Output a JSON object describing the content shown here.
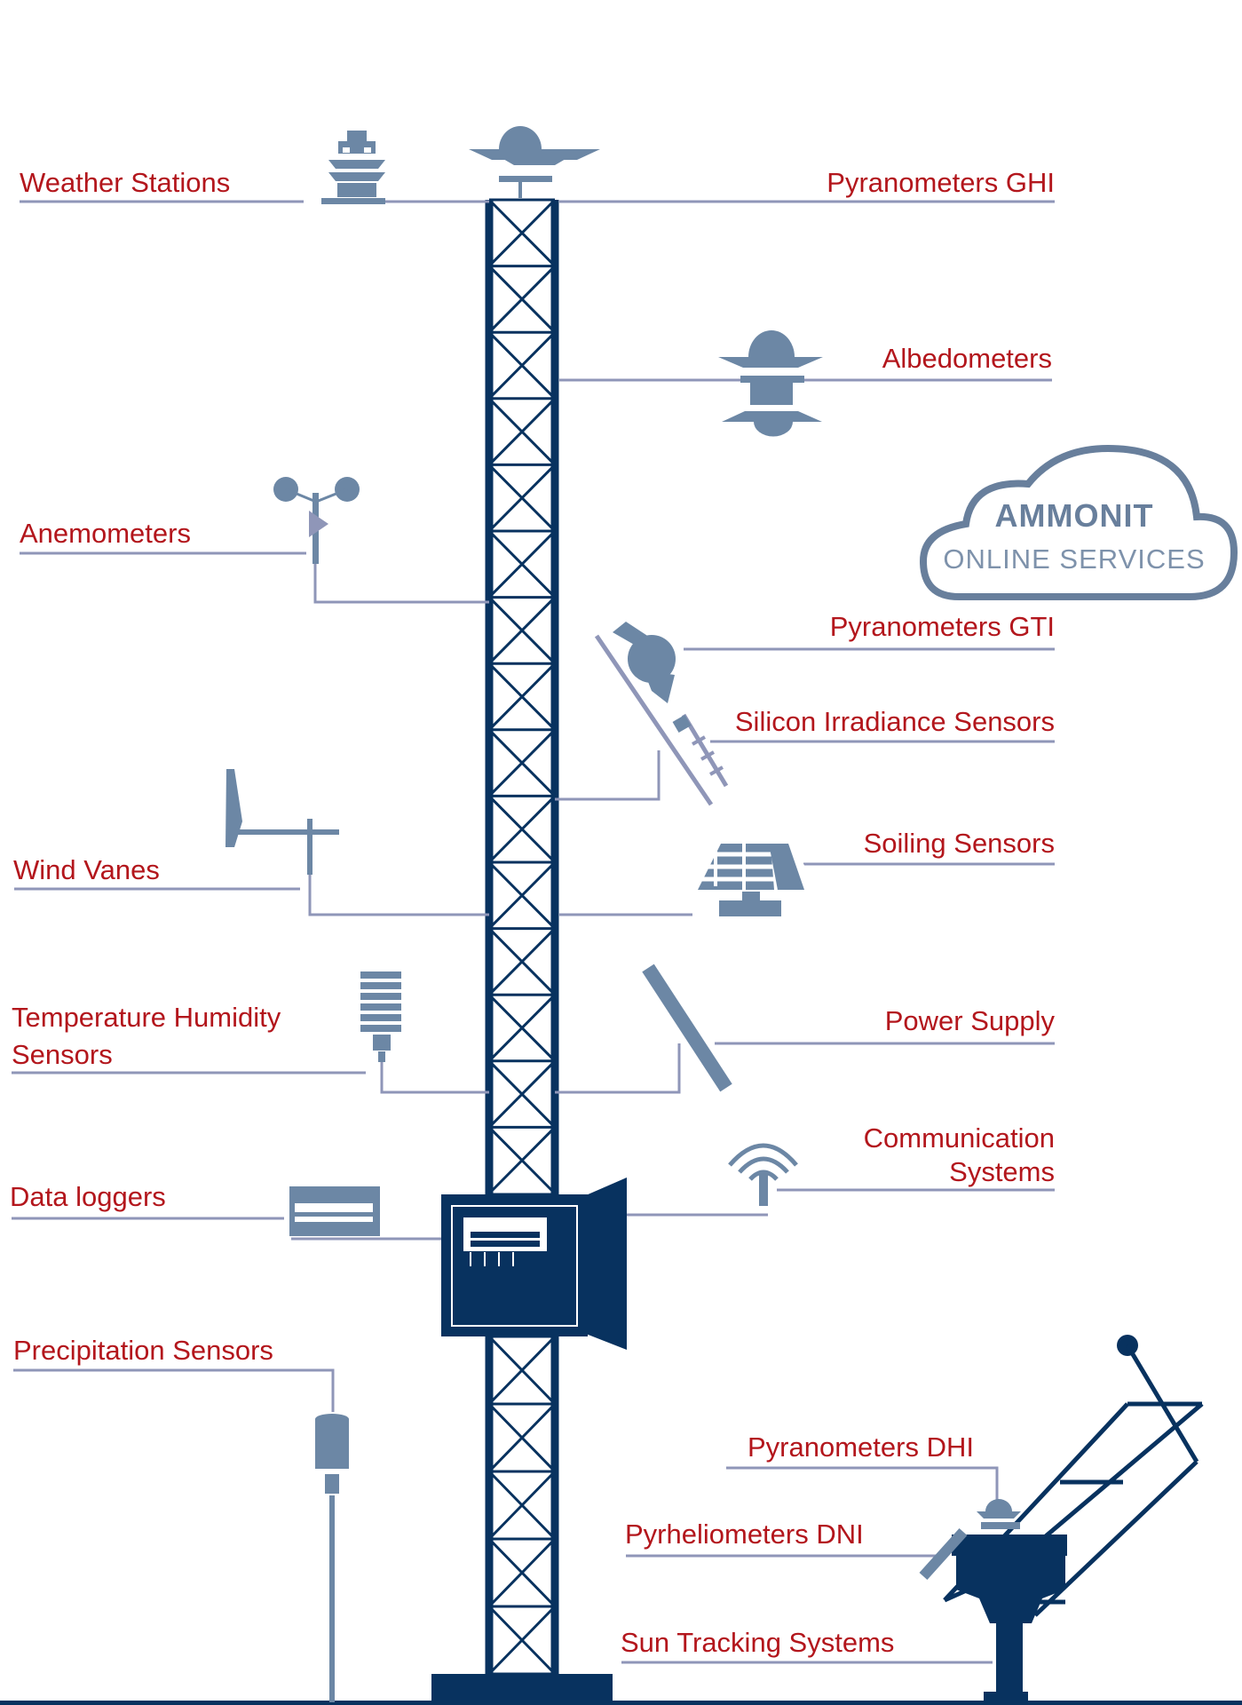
{
  "labels": {
    "weather_stations": "Weather Stations",
    "pyranometers_ghi": "Pyranometers GHI",
    "albedometers": "Albedometers",
    "anemometers": "Anemometers",
    "pyranometers_gti": "Pyranometers GTI",
    "silicon_irradiance": "Silicon Irradiance Sensors",
    "wind_vanes": "Wind Vanes",
    "soiling_sensors": "Soiling Sensors",
    "temp_humidity_line1": "Temperature Humidity",
    "temp_humidity_line2": "Sensors",
    "power_supply": "Power Supply",
    "communication_line1": "Communication",
    "communication_line2": "Systems",
    "data_loggers": "Data loggers",
    "precipitation_sensors": "Precipitation Sensors",
    "pyranometers_dhi": "Pyranometers DHI",
    "pyrheliometers_dni": "Pyrheliometers DNI",
    "sun_tracking": "Sun Tracking Systems"
  },
  "cloud": {
    "title": "AMMONIT",
    "subtitle": "ONLINE SERVICES"
  },
  "colors": {
    "label_red": "#b3161c",
    "navy": "#08325f",
    "steel": "#6c87a5",
    "lavender": "#8f96b8"
  }
}
